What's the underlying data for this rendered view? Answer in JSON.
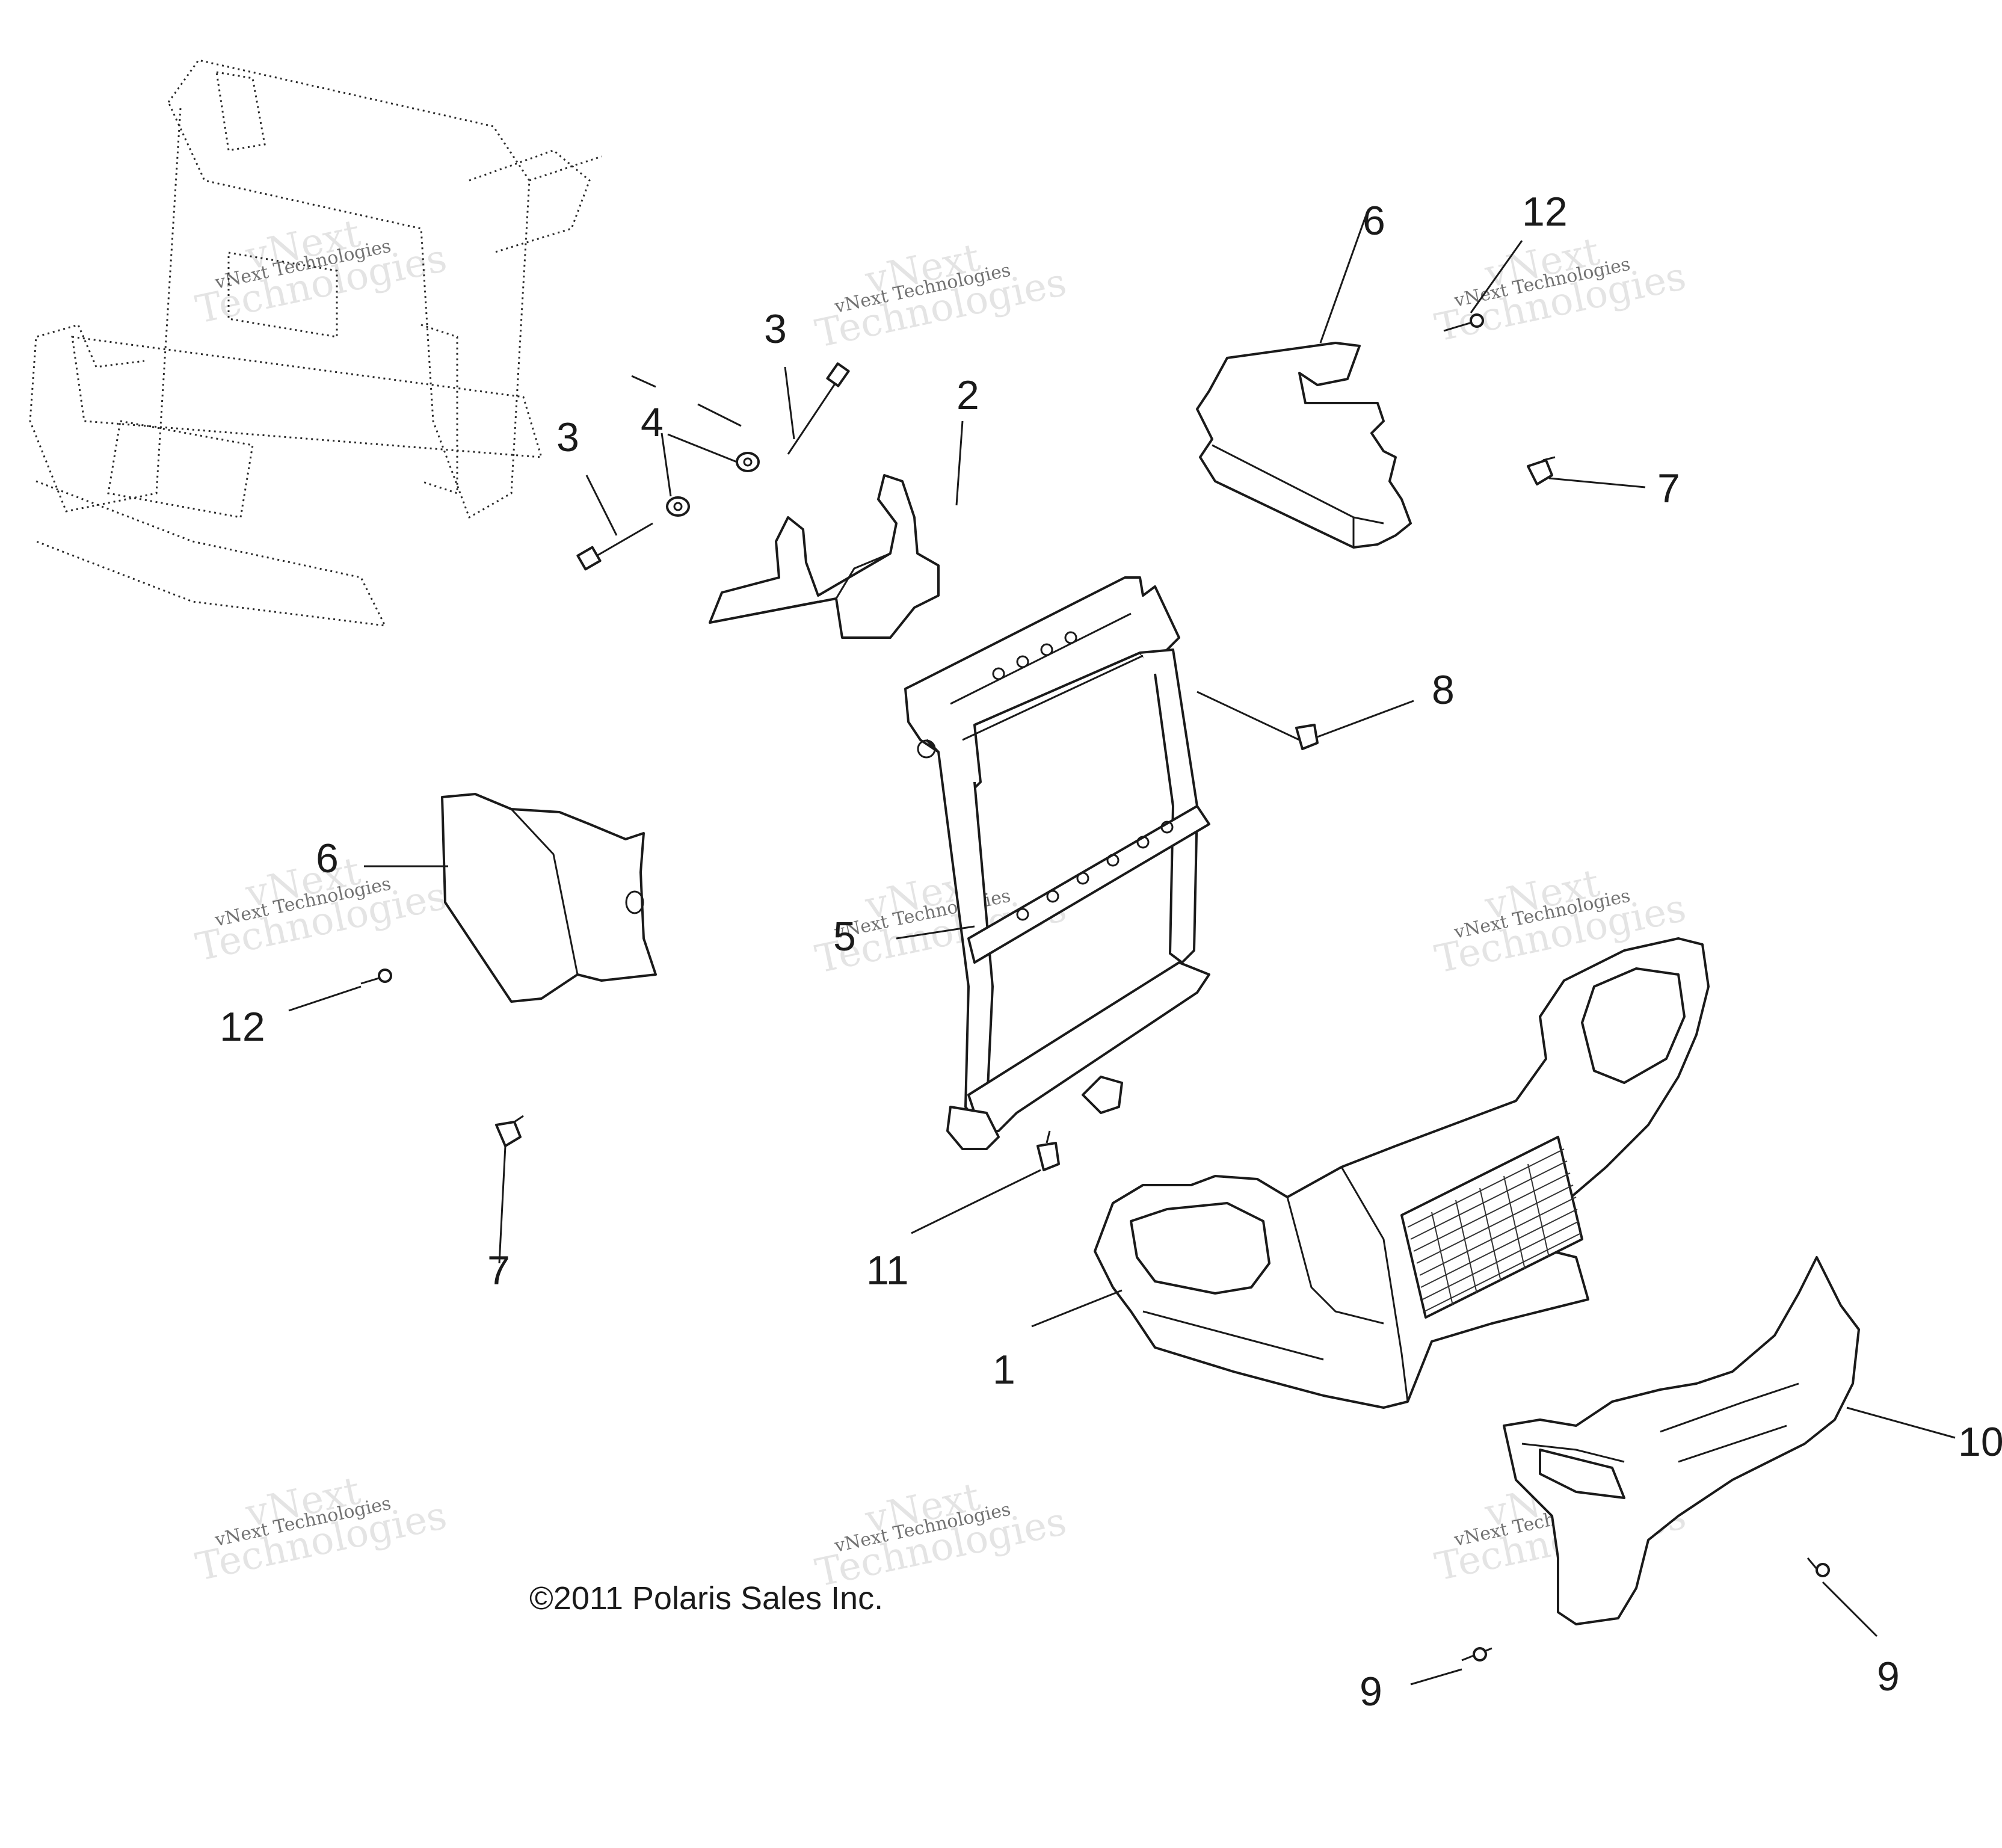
{
  "copyright": "©2011 Polaris Sales Inc.",
  "watermark": {
    "line1": "vNext Technologies",
    "line2a": "vNext",
    "line2b": "Technologies"
  },
  "callouts": [
    {
      "id": "c1",
      "label": "1"
    },
    {
      "id": "c2",
      "label": "2"
    },
    {
      "id": "c3a",
      "label": "3"
    },
    {
      "id": "c3b",
      "label": "3"
    },
    {
      "id": "c4",
      "label": "4"
    },
    {
      "id": "c5",
      "label": "5"
    },
    {
      "id": "c6a",
      "label": "6"
    },
    {
      "id": "c6b",
      "label": "6"
    },
    {
      "id": "c7a",
      "label": "7"
    },
    {
      "id": "c7b",
      "label": "7"
    },
    {
      "id": "c8",
      "label": "8"
    },
    {
      "id": "c9a",
      "label": "9"
    },
    {
      "id": "c9b",
      "label": "9"
    },
    {
      "id": "c10",
      "label": "10"
    },
    {
      "id": "c11",
      "label": "11"
    },
    {
      "id": "c12a",
      "label": "12"
    },
    {
      "id": "c12b",
      "label": "12"
    }
  ]
}
